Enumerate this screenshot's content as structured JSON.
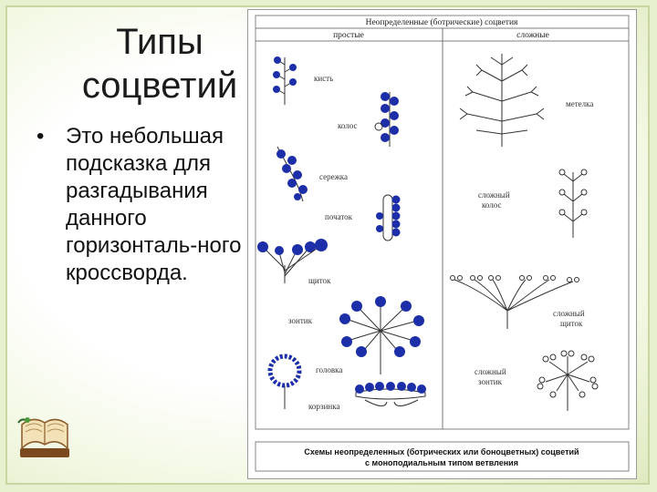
{
  "slide": {
    "title_line1": "Типы",
    "title_line2": "соцветий",
    "bullet_char": "•",
    "bullet_text": "Это небольшая подсказка для разгадывания данного горизонталь-ного кроссворда."
  },
  "diagram": {
    "heading": "Неопределенные (ботрические) соцветия",
    "col_simple": "простые",
    "col_complex": "сложные",
    "labels": {
      "kist": "кисть",
      "kolos": "колос",
      "serezhka": "сережка",
      "pochatok": "початок",
      "shchitok": "щиток",
      "zontik": "зонтик",
      "golovka": "головка",
      "korzinka": "корзинка",
      "metelka": "метелка",
      "slozhny_kolos_1": "сложный",
      "slozhny_kolos_2": "колос",
      "slozhny_shchitok_1": "сложный",
      "slozhny_shchitok_2": "щиток",
      "slozhny_zontik_1": "сложный",
      "slozhny_zontik_2": "зонтик"
    },
    "caption_line1": "Схемы неопределенных (ботрических или боноцветных) соцветий",
    "caption_line2": "с моноподиальным типом ветвления",
    "colors": {
      "flower": "#1c2fa8",
      "line": "#333333"
    }
  }
}
